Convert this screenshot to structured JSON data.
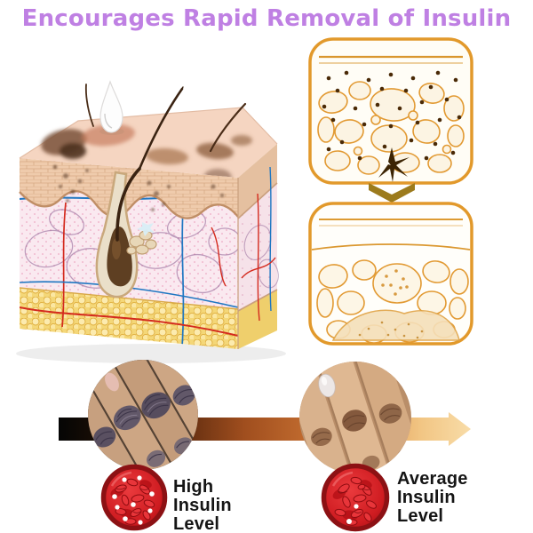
{
  "title": {
    "text": "Encourages Rapid Removal of Insulin",
    "color": "#bf80e3"
  },
  "skin_diagram": {
    "name": "skin-cross-section-3d-illustration"
  },
  "before_after": {
    "border_color": "#e2992b",
    "panel_before_name": "skin-cells-clogged-with-insulin",
    "panel_after_name": "skin-cells-after-insulin-removal",
    "arrow_name": "down-chevron"
  },
  "comparison": {
    "bar_gradient": [
      "#050505",
      "#58280e",
      "#a04e1e",
      "#e09a55",
      "#f8dca8"
    ],
    "icon_color": "#c4161c",
    "left": {
      "label": "High Insulin Level",
      "lines": [
        "High",
        "Insulin",
        "Level"
      ],
      "photo_name": "fingers-dark-knuckles-photo",
      "icon_name": "blood-sample-high-insulin-icon"
    },
    "right": {
      "label": "Average Insulin Level",
      "lines": [
        "Average",
        "Insulin",
        "Level"
      ],
      "photo_name": "fingers-normal-knuckles-photo",
      "icon_name": "blood-sample-average-insulin-icon"
    }
  }
}
